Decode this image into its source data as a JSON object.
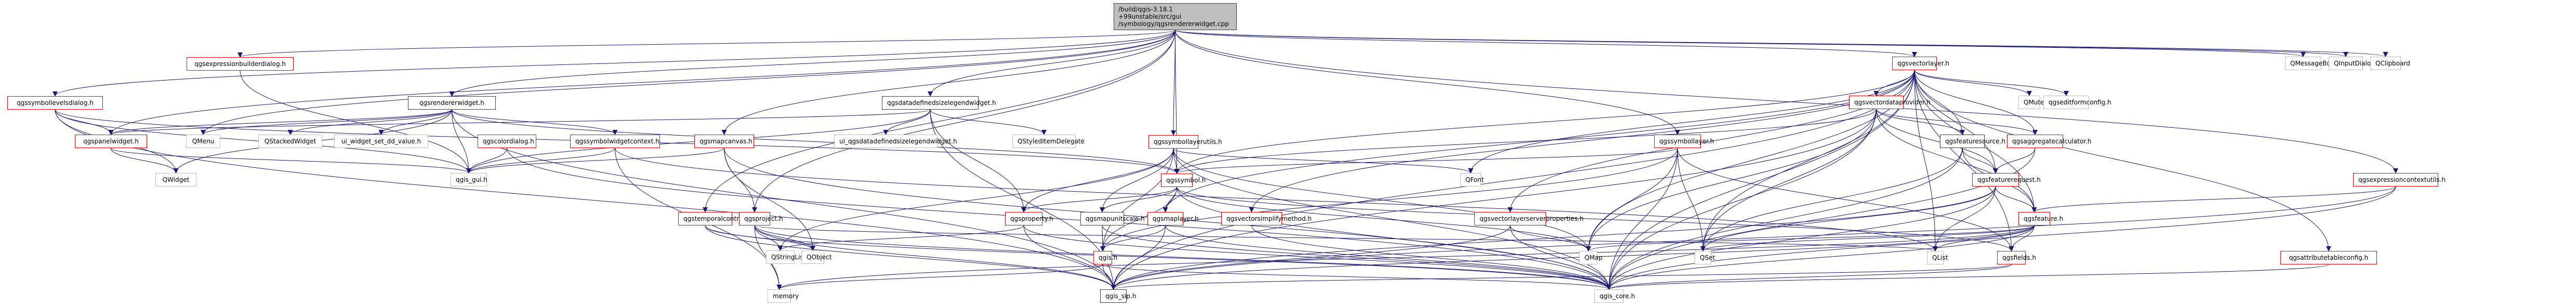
{
  "graph": {
    "title": "Include dependency graph for qgsrendererwidget.cpp",
    "root": {
      "id": "root",
      "lines": [
        "/build/qgis-3.18.1",
        "+99unstable/src/gui",
        "/symbology/qgsrendererwidget.cpp"
      ]
    },
    "nodes": [
      {
        "id": "qgssymbollevelsdialog",
        "label": "qgssymbollevelsdialog.h",
        "kind": "red"
      },
      {
        "id": "qgsexpressionbuilderdialog",
        "label": "qgsexpressionbuilderdialog.h",
        "kind": "red"
      },
      {
        "id": "qgsrendererwidget",
        "label": "qgsrendererwidget.h",
        "kind": "doc"
      },
      {
        "id": "qgspanelwidget",
        "label": "qgspanelwidget.h",
        "kind": "red"
      },
      {
        "id": "QMenu",
        "label": "QMenu",
        "kind": "ext"
      },
      {
        "id": "QStackedWidget",
        "label": "QStackedWidget",
        "kind": "ext"
      },
      {
        "id": "ui_widget_set_dd_value",
        "label": "ui_widget_set_dd_value.h",
        "kind": "ext"
      },
      {
        "id": "qgscolordialog",
        "label": "qgscolordialog.h",
        "kind": "red"
      },
      {
        "id": "qgssymbolwidgetcontext",
        "label": "qgssymbolwidgetcontext.h",
        "kind": "red"
      },
      {
        "id": "qgsmapcanvas",
        "label": "qgsmapcanvas.h",
        "kind": "red"
      },
      {
        "id": "QWidget",
        "label": "QWidget",
        "kind": "ext"
      },
      {
        "id": "qgis_gui",
        "label": "qgis_gui.h",
        "kind": "ext"
      },
      {
        "id": "qgsdatadefinedsizelegendwidget",
        "label": "qgsdatadefinedsizelegendwidget.h",
        "kind": "doc"
      },
      {
        "id": "ui_qgsdatadefinedsizelegendwidget",
        "label": "ui_qgsdatadefinedsizelegendwidget.h",
        "kind": "ext"
      },
      {
        "id": "QStyledItemDelegate",
        "label": "QStyledItemDelegate",
        "kind": "ext"
      },
      {
        "id": "qgstemporalcontroller",
        "label": "qgstemporalcontroller.h",
        "kind": "red"
      },
      {
        "id": "qgsproject",
        "label": "qgsproject.h",
        "kind": "red"
      },
      {
        "id": "QStringList",
        "label": "QStringList",
        "kind": "ext"
      },
      {
        "id": "QObject",
        "label": "QObject",
        "kind": "ext"
      },
      {
        "id": "memory",
        "label": "memory",
        "kind": "ext"
      },
      {
        "id": "qgsproperty",
        "label": "qgsproperty.h",
        "kind": "red"
      },
      {
        "id": "qgssymbollayerutils",
        "label": "qgssymbollayerutils.h",
        "kind": "red"
      },
      {
        "id": "qgssymbol",
        "label": "qgssymbol.h",
        "kind": "red"
      },
      {
        "id": "qgsmapunitscale",
        "label": "qgsmapunitscale.h",
        "kind": "doc"
      },
      {
        "id": "qgsmaplayer",
        "label": "qgsmaplayer.h",
        "kind": "red"
      },
      {
        "id": "qgis",
        "label": "qgis.h",
        "kind": "red"
      },
      {
        "id": "qgis_sip",
        "label": "qgis_sip.h",
        "kind": "doc"
      },
      {
        "id": "qgsvectorsimplifymethod",
        "label": "qgsvectorsimplifymethod.h",
        "kind": "red"
      },
      {
        "id": "qgsvectorlayerserverproperties",
        "label": "qgsvectorlayerserverproperties.h",
        "kind": "red"
      },
      {
        "id": "QFont",
        "label": "QFont",
        "kind": "ext"
      },
      {
        "id": "qgssymbollayer",
        "label": "qgssymbollayer.h",
        "kind": "red"
      },
      {
        "id": "QMap",
        "label": "QMap",
        "kind": "ext"
      },
      {
        "id": "qgis_core",
        "label": "qgis_core.h",
        "kind": "ext"
      },
      {
        "id": "qgsvectorlayer",
        "label": "qgsvectorlayer.h",
        "kind": "red"
      },
      {
        "id": "qgsvectordataprovider",
        "label": "qgsvectordataprovider.h",
        "kind": "red"
      },
      {
        "id": "QMutex",
        "label": "QMutex",
        "kind": "ext"
      },
      {
        "id": "qgseditformconfig",
        "label": "qgseditformconfig.h",
        "kind": "ext"
      },
      {
        "id": "qgsfeaturesource",
        "label": "qgsfeaturesource.h",
        "kind": "doc"
      },
      {
        "id": "qgsaggregatecalculator",
        "label": "qgsaggregatecalculator.h",
        "kind": "red"
      },
      {
        "id": "qgsfeaturerequest",
        "label": "qgsfeaturerequest.h",
        "kind": "red"
      },
      {
        "id": "QSet",
        "label": "QSet",
        "kind": "ext"
      },
      {
        "id": "QList",
        "label": "QList",
        "kind": "ext"
      },
      {
        "id": "qgsfeature",
        "label": "qgsfeature.h",
        "kind": "red"
      },
      {
        "id": "qgsfields",
        "label": "qgsfields.h",
        "kind": "red"
      },
      {
        "id": "qgsattributetableconfig",
        "label": "qgsattributetableconfig.h",
        "kind": "red"
      },
      {
        "id": "qgsexpressioncontextutils",
        "label": "qgsexpressioncontextutils.h",
        "kind": "red"
      },
      {
        "id": "QMessageBox",
        "label": "QMessageBox",
        "kind": "ext"
      },
      {
        "id": "QInputDialog",
        "label": "QInputDialog",
        "kind": "ext"
      },
      {
        "id": "QClipboard",
        "label": "QClipboard",
        "kind": "ext"
      }
    ],
    "edges": [
      [
        "root",
        "qgssymbollevelsdialog"
      ],
      [
        "root",
        "qgsexpressionbuilderdialog"
      ],
      [
        "root",
        "qgsrendererwidget"
      ],
      [
        "root",
        "qgspanelwidget"
      ],
      [
        "root",
        "QMenu"
      ],
      [
        "root",
        "qgsmapcanvas"
      ],
      [
        "root",
        "qgsdatadefinedsizelegendwidget"
      ],
      [
        "root",
        "qgssymbollayerutils"
      ],
      [
        "root",
        "qgsvectorlayer"
      ],
      [
        "root",
        "qgssymbollayer"
      ],
      [
        "root",
        "qgsproject"
      ],
      [
        "root",
        "qgsexpressioncontextutils"
      ],
      [
        "root",
        "QMessageBox"
      ],
      [
        "root",
        "QInputDialog"
      ],
      [
        "root",
        "QClipboard"
      ],
      [
        "root",
        "qgssymbol"
      ],
      [
        "root",
        "qgstemporalcontroller"
      ],
      [
        "qgssymbollevelsdialog",
        "qgspanelwidget"
      ],
      [
        "qgssymbollevelsdialog",
        "QWidget"
      ],
      [
        "qgssymbollevelsdialog",
        "qgis_gui"
      ],
      [
        "qgssymbollevelsdialog",
        "qgssymbol"
      ],
      [
        "qgssymbollevelsdialog",
        "qgis_sip"
      ],
      [
        "qgsexpressionbuilderdialog",
        "qgis_gui"
      ],
      [
        "qgsrendererwidget",
        "qgspanelwidget"
      ],
      [
        "qgsrendererwidget",
        "QMenu"
      ],
      [
        "qgsrendererwidget",
        "QStackedWidget"
      ],
      [
        "qgsrendererwidget",
        "ui_widget_set_dd_value"
      ],
      [
        "qgsrendererwidget",
        "qgis_gui"
      ],
      [
        "qgsrendererwidget",
        "qgssymbolwidgetcontext"
      ],
      [
        "qgsrendererwidget",
        "qgssymbol"
      ],
      [
        "qgsrendererwidget",
        "qgis_sip"
      ],
      [
        "qgsrendererwidget",
        "QWidget"
      ],
      [
        "qgspanelwidget",
        "QWidget"
      ],
      [
        "qgspanelwidget",
        "qgis_gui"
      ],
      [
        "qgscolordialog",
        "qgis_gui"
      ],
      [
        "qgscolordialog",
        "qgis_core"
      ],
      [
        "qgssymbolwidgetcontext",
        "qgis_gui"
      ],
      [
        "qgssymbolwidgetcontext",
        "memory"
      ],
      [
        "qgssymbolwidgetcontext",
        "QList"
      ],
      [
        "qgsmapcanvas",
        "qgis_gui"
      ],
      [
        "qgsmapcanvas",
        "qgsproject"
      ],
      [
        "qgsmapcanvas",
        "qgis_core"
      ],
      [
        "qgsmapcanvas",
        "QObject"
      ],
      [
        "qgsdatadefinedsizelegendwidget",
        "ui_qgsdatadefinedsizelegendwidget"
      ],
      [
        "qgsdatadefinedsizelegendwidget",
        "QStyledItemDelegate"
      ],
      [
        "qgsdatadefinedsizelegendwidget",
        "qgspanelwidget"
      ],
      [
        "qgsdatadefinedsizelegendwidget",
        "qgis_gui"
      ],
      [
        "qgsdatadefinedsizelegendwidget",
        "qgsproperty"
      ],
      [
        "qgsdatadefinedsizelegendwidget",
        "qgis_sip"
      ],
      [
        "qgstemporalcontroller",
        "QObject"
      ],
      [
        "qgstemporalcontroller",
        "qgis_core"
      ],
      [
        "qgstemporalcontroller",
        "qgis_sip"
      ],
      [
        "qgsproject",
        "QStringList"
      ],
      [
        "qgsproject",
        "QObject"
      ],
      [
        "qgsproject",
        "memory"
      ],
      [
        "qgsproject",
        "qgis_core"
      ],
      [
        "qgsproject",
        "qgis_sip"
      ],
      [
        "qgsproject",
        "QList"
      ],
      [
        "qgsproperty",
        "QStringList"
      ],
      [
        "qgsproperty",
        "qgis_core"
      ],
      [
        "qgsproperty",
        "qgis_sip"
      ],
      [
        "qgssymbollayerutils",
        "qgssymbol"
      ],
      [
        "qgssymbollayerutils",
        "qgsmapunitscale"
      ],
      [
        "qgssymbollayerutils",
        "QFont"
      ],
      [
        "qgssymbollayerutils",
        "qgis"
      ],
      [
        "qgssymbollayerutils",
        "qgis_core"
      ],
      [
        "qgssymbollayerutils",
        "QMap"
      ],
      [
        "qgssymbollayerutils",
        "qgsproperty"
      ],
      [
        "qgssymbollayerutils",
        "QStringList"
      ],
      [
        "qgssymbol",
        "qgsmapunitscale"
      ],
      [
        "qgssymbol",
        "qgsproperty"
      ],
      [
        "qgssymbol",
        "qgis"
      ],
      [
        "qgssymbol",
        "qgis_core"
      ],
      [
        "qgssymbol",
        "qgsfields"
      ],
      [
        "qgssymbol",
        "QMap"
      ],
      [
        "qgssymbol",
        "qgsmaplayer"
      ],
      [
        "qgsmapunitscale",
        "qgis"
      ],
      [
        "qgsmapunitscale",
        "qgis_core"
      ],
      [
        "qgsmaplayer",
        "qgis_sip"
      ],
      [
        "qgsmaplayer",
        "qgis_core"
      ],
      [
        "qgsmaplayer",
        "qgis"
      ],
      [
        "qgis",
        "qgis_sip"
      ],
      [
        "qgis",
        "qgis_core"
      ],
      [
        "qgis",
        "memory"
      ],
      [
        "qgsvectorsimplifymethod",
        "qgis_core"
      ],
      [
        "qgsvectorlayerserverproperties",
        "QMap"
      ],
      [
        "qgsvectorlayerserverproperties",
        "qgis_core"
      ],
      [
        "qgsvectorlayerserverproperties",
        "qgis_sip"
      ],
      [
        "qgssymbollayer",
        "qgssymbol"
      ],
      [
        "qgssymbollayer",
        "QMap"
      ],
      [
        "qgssymbollayer",
        "qgis_core"
      ],
      [
        "qgssymbollayer",
        "QSet"
      ],
      [
        "qgssymbollayer",
        "qgsfields"
      ],
      [
        "qgssymbollayer",
        "qgis"
      ],
      [
        "qgsvectorlayer",
        "qgsvectordataprovider"
      ],
      [
        "qgsvectorlayer",
        "QMutex"
      ],
      [
        "qgsvectorlayer",
        "qgseditformconfig"
      ],
      [
        "qgsvectorlayer",
        "qgsfeaturesource"
      ],
      [
        "qgsvectorlayer",
        "qgsaggregatecalculator"
      ],
      [
        "qgsvectorlayer",
        "qgsfeaturerequest"
      ],
      [
        "qgsvectorlayer",
        "qgsmaplayer"
      ],
      [
        "qgsvectorlayer",
        "qgsvectorsimplifymethod"
      ],
      [
        "qgsvectorlayer",
        "qgsvectorlayerserverproperties"
      ],
      [
        "qgsvectorlayer",
        "QMap"
      ],
      [
        "qgsvectorlayer",
        "QSet"
      ],
      [
        "qgsvectorlayer",
        "QList"
      ],
      [
        "qgsvectorlayer",
        "qgsfeature"
      ],
      [
        "qgsvectorlayer",
        "qgsfields"
      ],
      [
        "qgsvectorlayer",
        "qgsattributetableconfig"
      ],
      [
        "qgsvectorlayer",
        "qgis_core"
      ],
      [
        "qgsvectorlayer",
        "qgis_sip"
      ],
      [
        "qgsvectorlayer",
        "QFont"
      ],
      [
        "qgsvectorlayer",
        "qgssymbol"
      ],
      [
        "qgsvectordataprovider",
        "qgsfeaturesource"
      ],
      [
        "qgsvectordataprovider",
        "qgsaggregatecalculator"
      ],
      [
        "qgsvectordataprovider",
        "qgsfeaturerequest"
      ],
      [
        "qgsvectordataprovider",
        "qgis_core"
      ],
      [
        "qgsvectordataprovider",
        "QSet"
      ],
      [
        "qgsvectordataprovider",
        "QMap"
      ],
      [
        "qgsvectordataprovider",
        "qgsfeature"
      ],
      [
        "qgsvectordataprovider",
        "qgis_sip"
      ],
      [
        "qgsvectordataprovider",
        "qgssymbol"
      ],
      [
        "qgsfeaturesource",
        "qgsfeaturerequest"
      ],
      [
        "qgsfeaturesource",
        "qgis_core"
      ],
      [
        "qgsfeaturesource",
        "QSet"
      ],
      [
        "qgsfeaturesource",
        "qgsfeature"
      ],
      [
        "qgsaggregatecalculator",
        "qgsfeaturerequest"
      ],
      [
        "qgsaggregatecalculator",
        "qgis_core"
      ],
      [
        "qgsfeaturerequest",
        "qgsfeature"
      ],
      [
        "qgsfeaturerequest",
        "QList"
      ],
      [
        "qgsfeaturerequest",
        "qgis_core"
      ],
      [
        "qgsfeaturerequest",
        "qgis_sip"
      ],
      [
        "qgsfeaturerequest",
        "QSet"
      ],
      [
        "qgsfeature",
        "qgsfields"
      ],
      [
        "qgsfeature",
        "QList"
      ],
      [
        "qgsfeature",
        "QSet"
      ],
      [
        "qgsfeature",
        "QMap"
      ],
      [
        "qgsfeature",
        "qgis_core"
      ],
      [
        "qgsfeature",
        "qgis_sip"
      ],
      [
        "qgsfeature",
        "memory"
      ],
      [
        "qgsfields",
        "qgis_core"
      ],
      [
        "qgsfields",
        "qgis_sip"
      ],
      [
        "qgsattributetableconfig",
        "qgis_core"
      ],
      [
        "qgsexpressioncontextutils",
        "qgsfeature"
      ],
      [
        "qgsexpressioncontextutils",
        "qgis_core"
      ],
      [
        "qgsexpressioncontextutils",
        "qgis_sip"
      ]
    ]
  },
  "style": {
    "edge_color": "#191970",
    "root_fill": "#bfbfbf",
    "red_border": "#ff0000",
    "ext_border": "#bfbfbf",
    "doc_border": "#404040"
  }
}
